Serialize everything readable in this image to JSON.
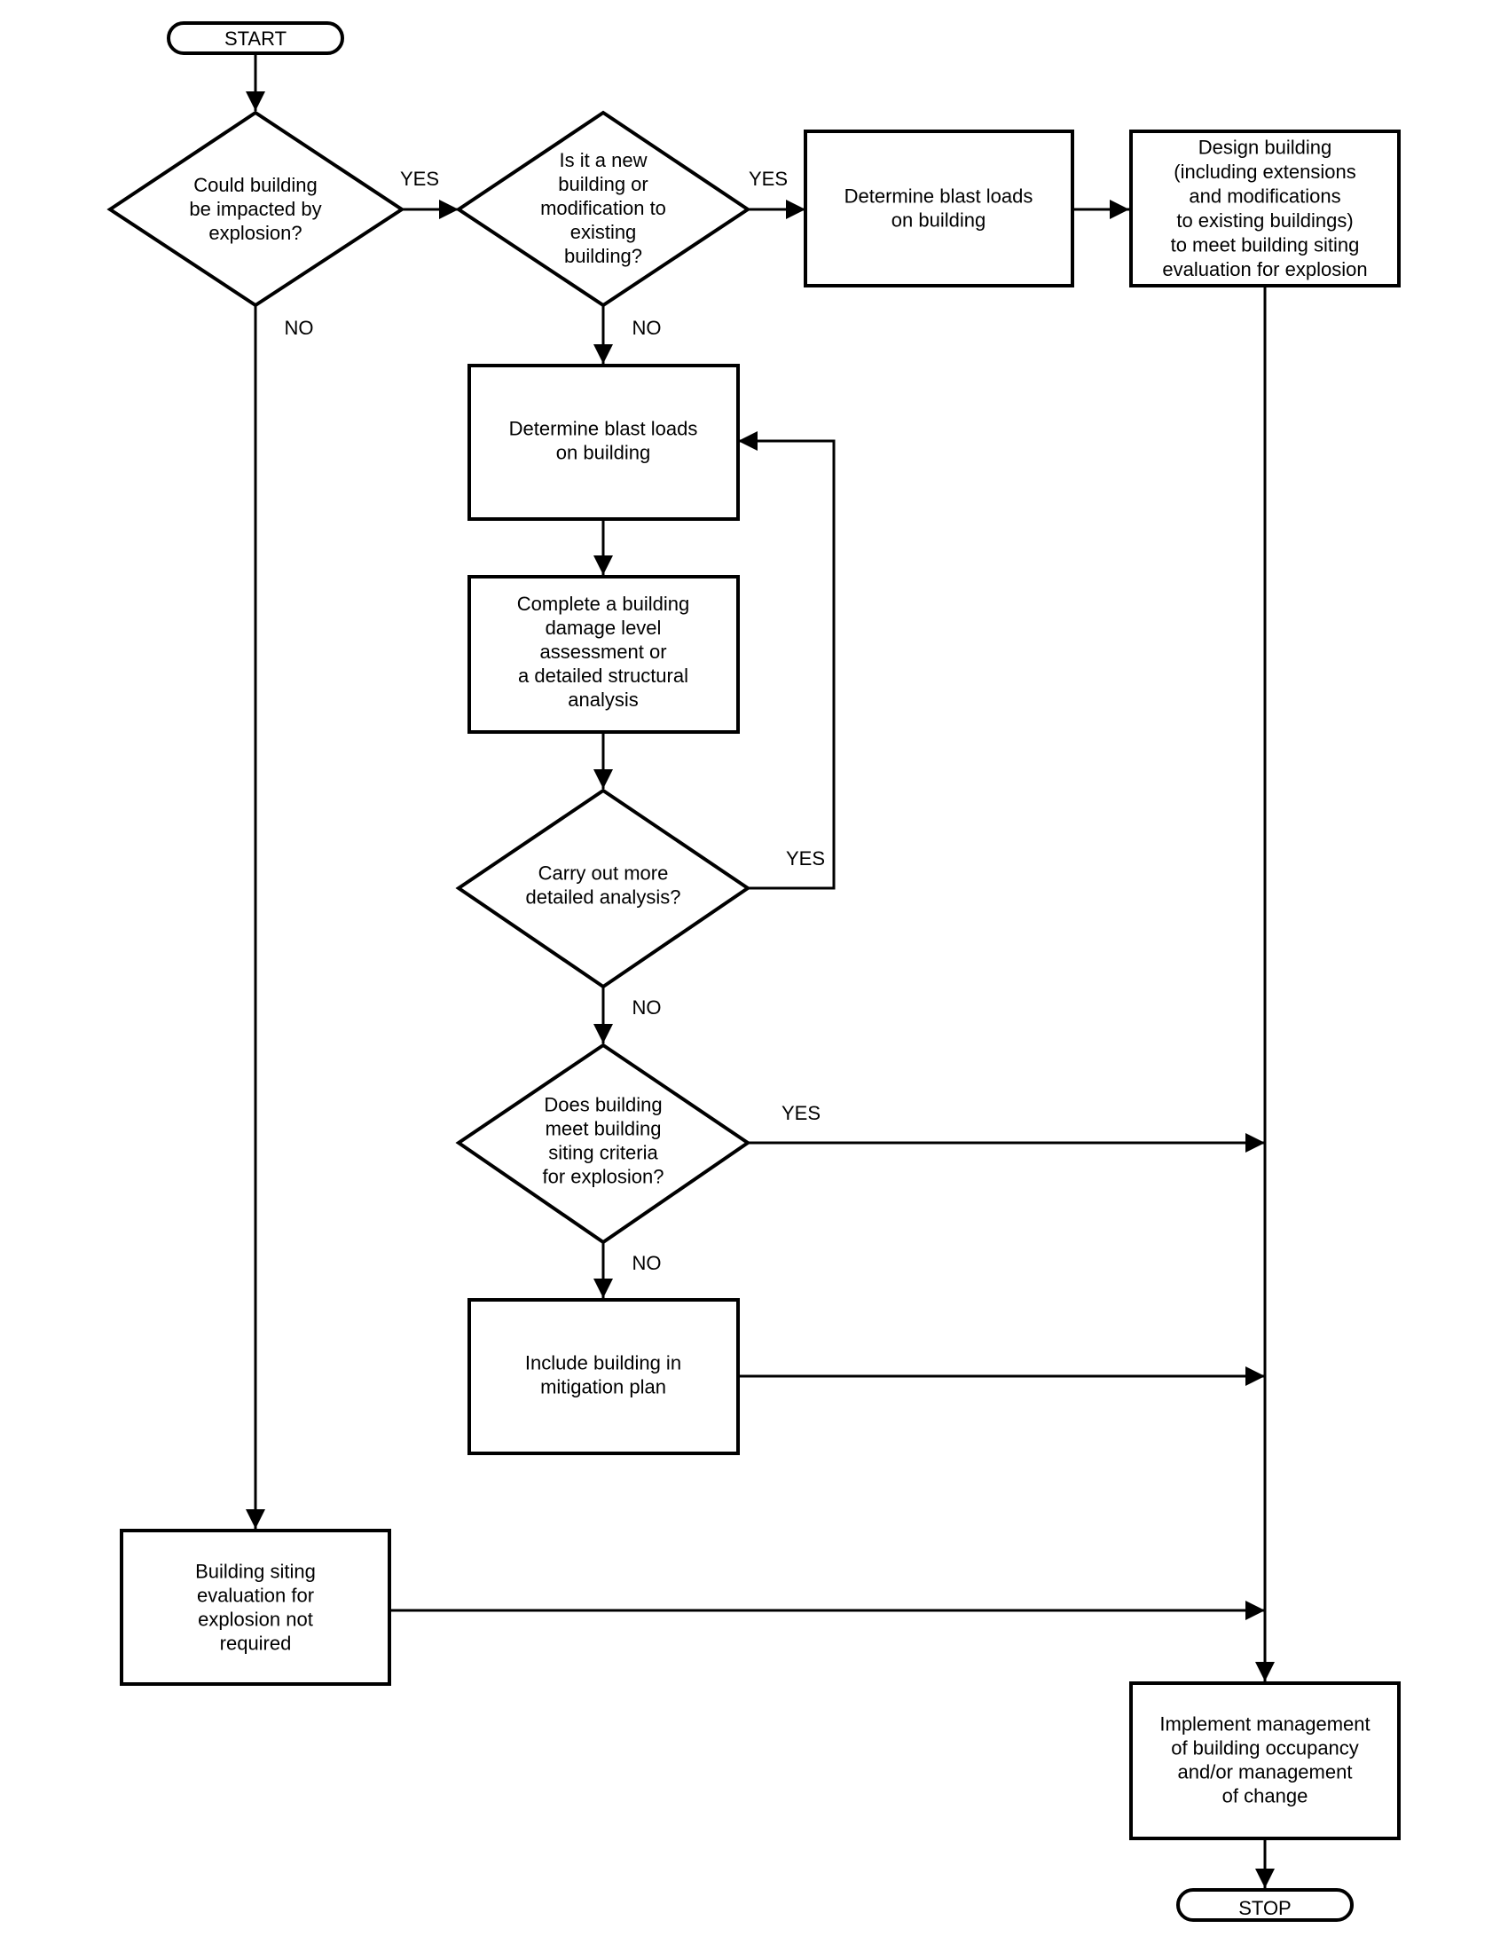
{
  "nodes": {
    "start": [
      "START"
    ],
    "q_impacted": [
      "Could building",
      "be impacted by",
      "explosion?"
    ],
    "q_new": [
      "Is it a new",
      "building or",
      "modification to",
      "existing",
      "building?"
    ],
    "blast_new": [
      "Determine blast loads",
      "on building"
    ],
    "design": [
      "Design building",
      "(including extensions",
      "and modifications",
      "to existing buildings)",
      "to meet building siting",
      "evaluation for explosion"
    ],
    "blast_existing": [
      "Determine blast loads",
      "on building"
    ],
    "damage": [
      "Complete a building",
      "damage level",
      "assessment or",
      "a detailed structural",
      "analysis"
    ],
    "q_more": [
      "Carry out more",
      "detailed analysis?"
    ],
    "q_criteria": [
      "Does building",
      "meet building",
      "siting criteria",
      "for explosion?"
    ],
    "mitigation": [
      "Include building in",
      "mitigation plan"
    ],
    "not_required": [
      "Building siting",
      "evaluation for",
      "explosion not",
      "required"
    ],
    "implement": [
      "Implement management",
      "of building occupancy",
      "and/or management",
      "of change"
    ],
    "stop": [
      "STOP"
    ]
  },
  "labels": {
    "yes_impacted": "YES",
    "no_impacted": "NO",
    "yes_new": "YES",
    "no_new": "NO",
    "yes_more": "YES",
    "no_more": "NO",
    "yes_criteria": "YES",
    "no_criteria": "NO"
  }
}
